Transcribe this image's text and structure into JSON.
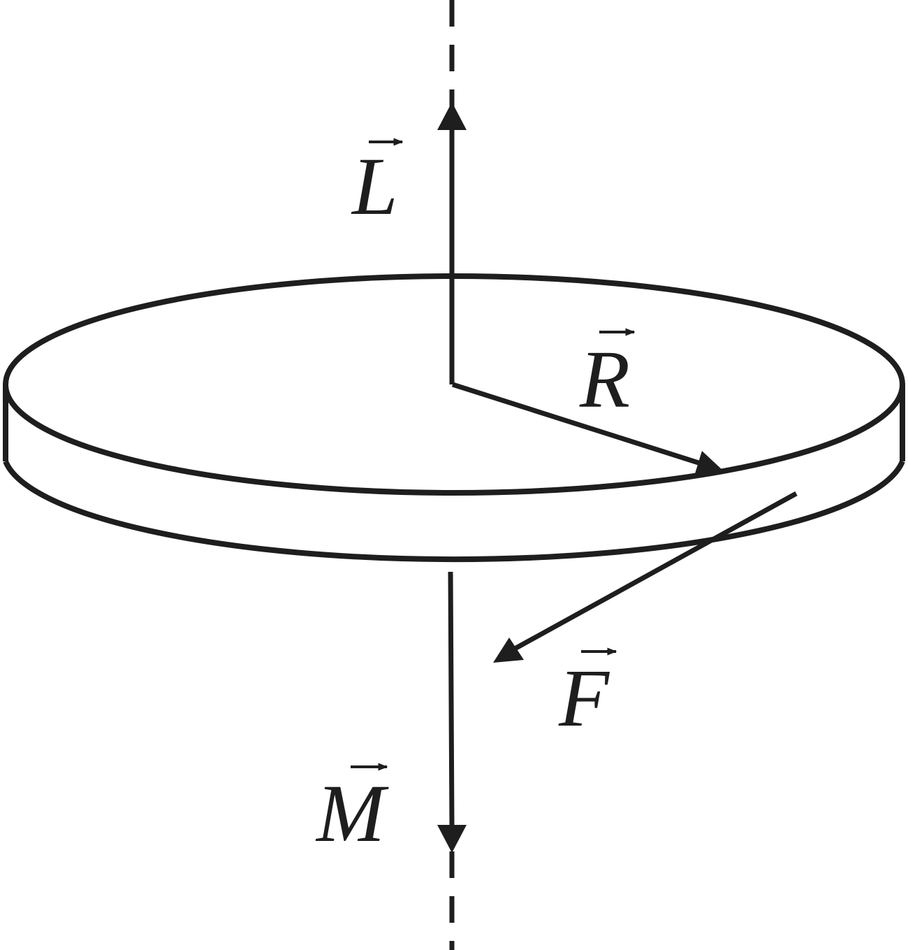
{
  "diagram": {
    "ink_color": "#1e1e1e",
    "background_color": "#ffffff",
    "labels": {
      "angular_momentum": "L",
      "radius": "R",
      "force": "F",
      "torque": "M"
    }
  }
}
